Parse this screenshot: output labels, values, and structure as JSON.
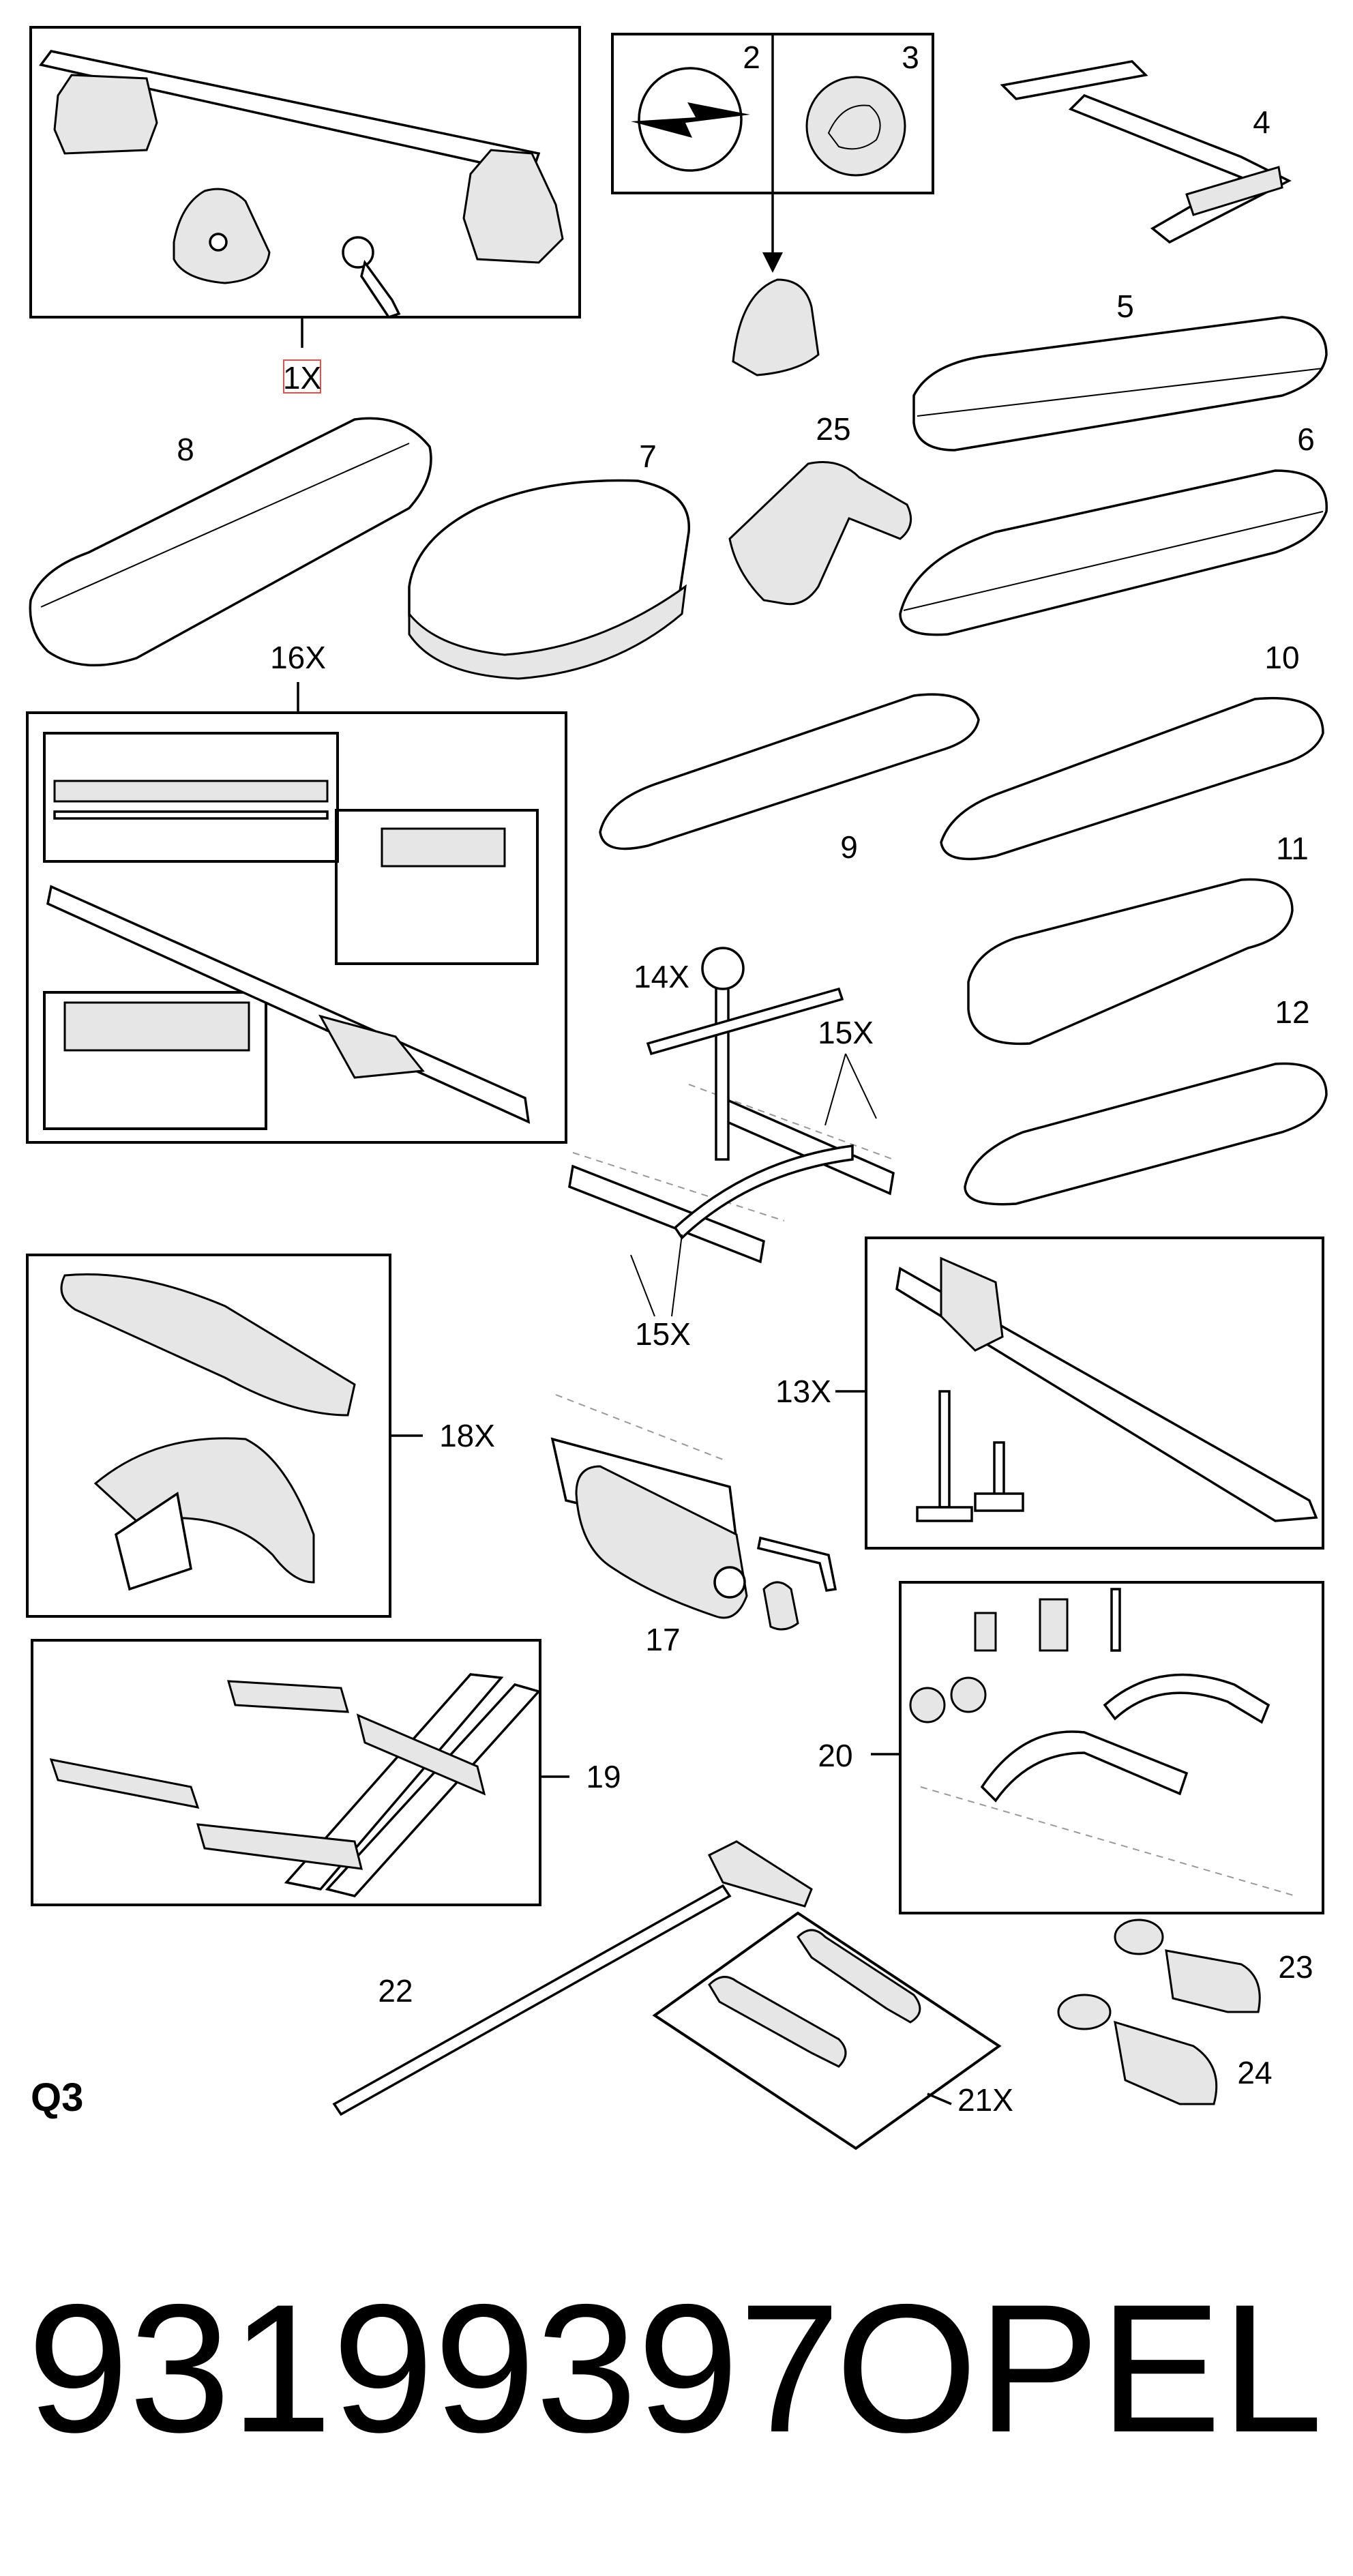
{
  "labels": {
    "p1": "1X",
    "p2": "2",
    "p3": "3",
    "p4": "4",
    "p5": "5",
    "p6": "6",
    "p7": "7",
    "p8": "8",
    "p9": "9",
    "p10": "10",
    "p11": "11",
    "p12": "12",
    "p13": "13X",
    "p14": "14X",
    "p15a": "15X",
    "p15b": "15X",
    "p16": "16X",
    "p17": "17",
    "p18": "18X",
    "p19": "19",
    "p20": "20",
    "p21": "21X",
    "p22": "22",
    "p23": "23",
    "p24": "24",
    "p25": "25"
  },
  "section_code": "Q3",
  "part_number": "93199397",
  "brand": "OPEL",
  "highlight_color": "#e05050"
}
